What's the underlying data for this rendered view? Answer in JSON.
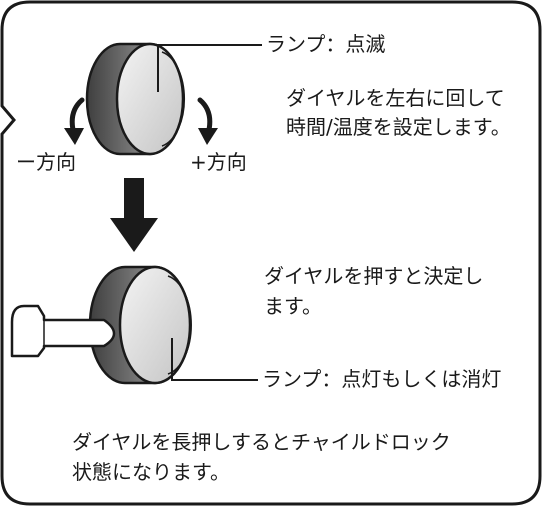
{
  "top_dial": {
    "lamp_label": "ランプ：点滅",
    "description_lines": [
      "ダイヤルを左右に回して",
      "時間/温度を設定します。"
    ],
    "minus_direction_label": "ー方向",
    "plus_direction_label": "+方向"
  },
  "bottom_dial": {
    "description_lines": [
      "ダイヤルを押すと決定し",
      "ます。"
    ],
    "lamp_label": "ランプ：点灯もしくは消灯"
  },
  "footer_lines": [
    "ダイヤルを長押しするとチャイルドロック",
    "状態になります。"
  ],
  "colors": {
    "outline": "#1a1a1a",
    "dial_light": "#e8e8e8",
    "dial_dark": "#5a5a5a",
    "arrow": "#1a1a1a"
  }
}
